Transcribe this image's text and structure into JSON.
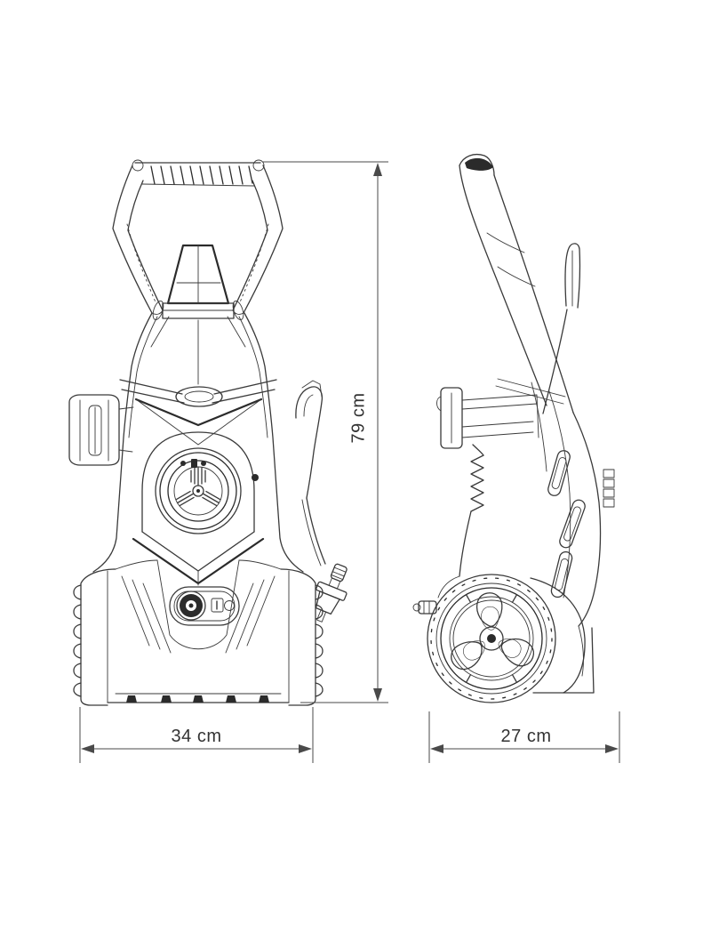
{
  "dimensions": {
    "height": {
      "label": "79 cm"
    },
    "width": {
      "label": "34 cm"
    },
    "depth": {
      "label": "27 cm"
    }
  },
  "colors": {
    "background": "#ffffff",
    "line": "#3a3a3a",
    "dark": "#2b2b2b",
    "dimension": "#4a4a4a",
    "text": "#333333"
  }
}
